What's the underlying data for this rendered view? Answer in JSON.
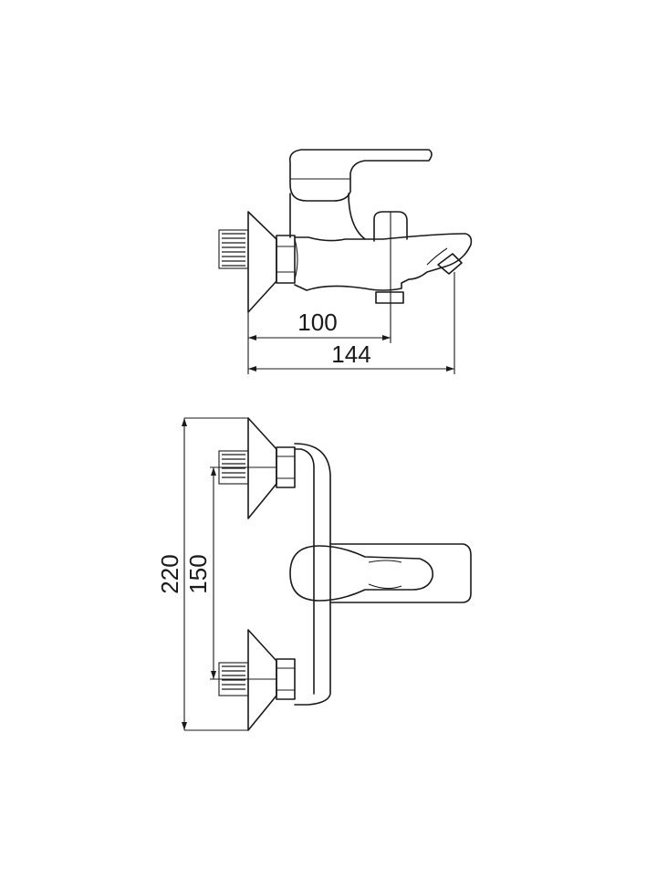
{
  "dimensions": {
    "side_handle_depth": "100",
    "side_total_depth": "144",
    "front_total_height": "220",
    "front_inlet_spacing": "150"
  },
  "colors": {
    "line": "#1a1a1a",
    "background": "#ffffff"
  }
}
